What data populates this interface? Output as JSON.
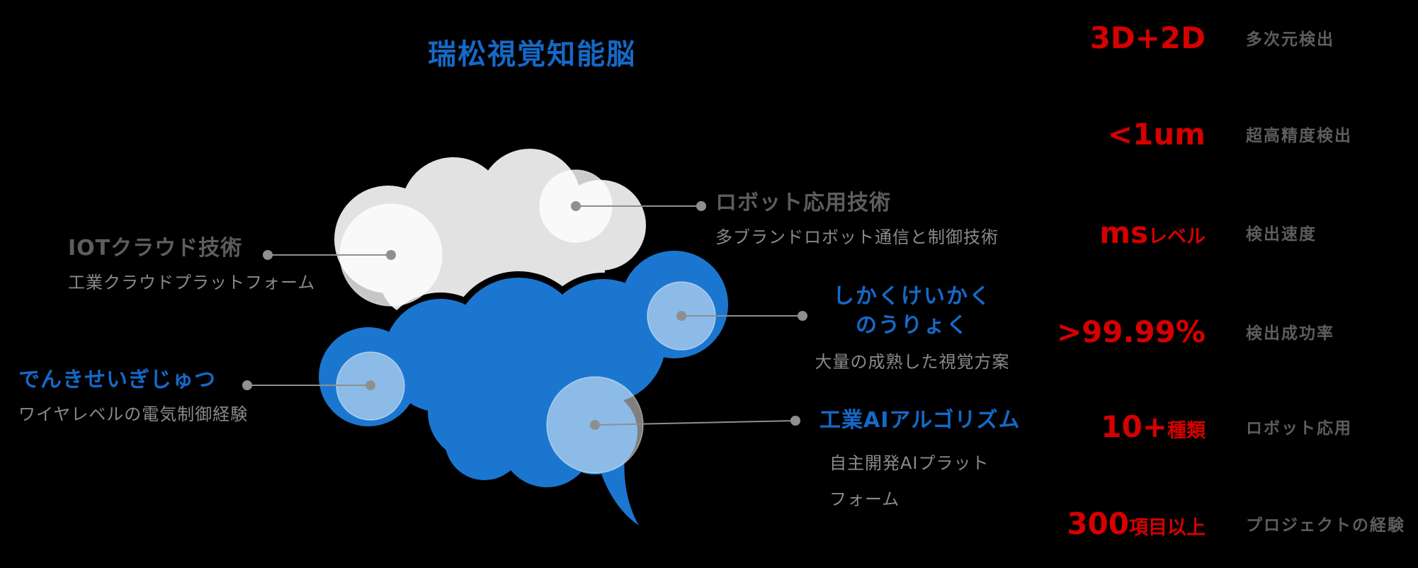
{
  "title": "瑞松視覚知能脳",
  "callouts": {
    "iot": {
      "heading": "IOTクラウド技術",
      "subtitle": "工業クラウドプラットフォーム"
    },
    "electric": {
      "heading": "でんきせいぎじゅつ",
      "subtitle": "ワイヤレベルの電気制御経験"
    },
    "robot": {
      "heading": "ロボット応用技術",
      "subtitle": "多ブランドロボット通信と制御技術"
    },
    "vision": {
      "heading_line1": "しかくけいかく",
      "heading_line2": "のうりょく",
      "subtitle": "大量の成熟した視覚方案"
    },
    "ai": {
      "heading": "工業AIアルゴリズム",
      "subtitle_line1": "自主開発AIプラット",
      "subtitle_line2": "フォーム"
    }
  },
  "stats": {
    "rows": [
      {
        "value": "3D+2D",
        "suffix": "",
        "label": "多次元検出"
      },
      {
        "value": "<1um",
        "suffix": "",
        "label": "超高精度検出"
      },
      {
        "value": "ms",
        "suffix": "レベル",
        "label": "検出速度"
      },
      {
        "value": ">99.99%",
        "suffix": "",
        "label": "検出成功率"
      },
      {
        "value": "10+",
        "suffix": "種類",
        "label": "ロボット応用"
      },
      {
        "value": "300",
        "suffix": "項目以上",
        "label": "プロジェクトの経験"
      }
    ]
  },
  "colors": {
    "accent_blue": "#1569c8",
    "accent_red": "#d60000",
    "brain_blue": "#1b76cf",
    "brain_gray": "#e2e2e2",
    "connector_gray": "#8f8f8f",
    "heading_gray": "#5d5d5d",
    "subtitle_gray": "#8a8a8a",
    "background": "#000000"
  }
}
